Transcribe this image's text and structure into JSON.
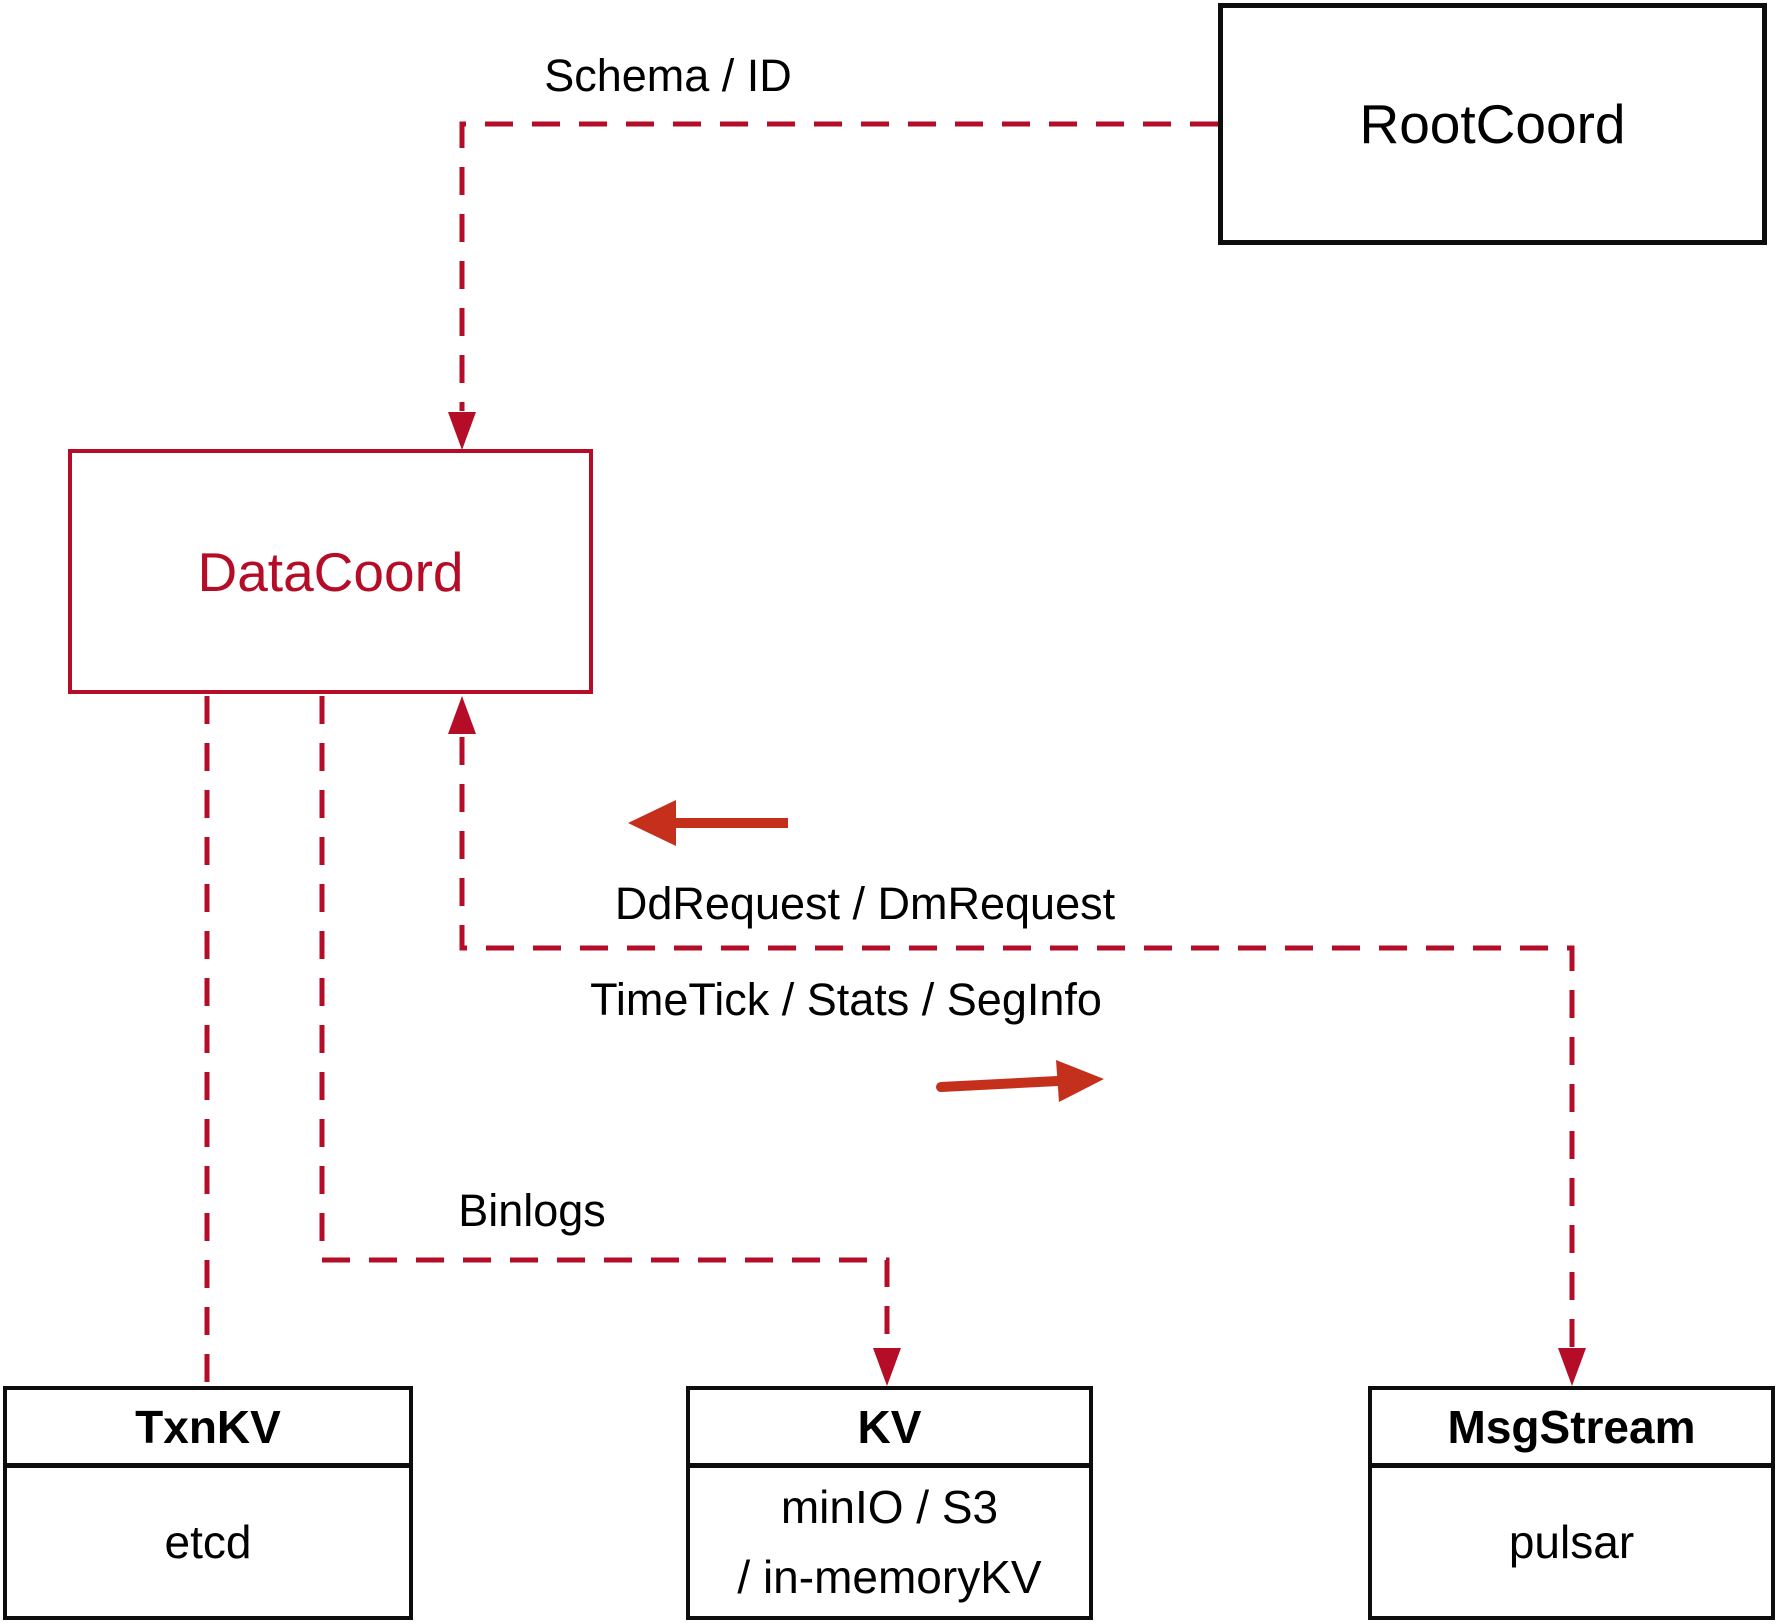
{
  "diagram": {
    "nodes": {
      "rootcoord": {
        "label": "RootCoord"
      },
      "datacoord": {
        "label": "DataCoord"
      },
      "txnkv": {
        "title": "TxnKV",
        "body": "etcd"
      },
      "kv": {
        "title": "KV",
        "body_lines": [
          "minIO / S3",
          "/ in-memoryKV"
        ]
      },
      "msgstream": {
        "title": "MsgStream",
        "body": "pulsar"
      }
    },
    "edge_labels": {
      "schema_id": "Schema / ID",
      "dd_dm_request": "DdRequest / DmRequest",
      "timetick_stats_seginfo": "TimeTick / Stats / SegInfo",
      "binlogs": "Binlogs"
    },
    "colors": {
      "dashed_line_crimson": "#b50d28",
      "solid_arrow_red": "#c5301c",
      "box_border_black": "#0d0d0d"
    }
  }
}
